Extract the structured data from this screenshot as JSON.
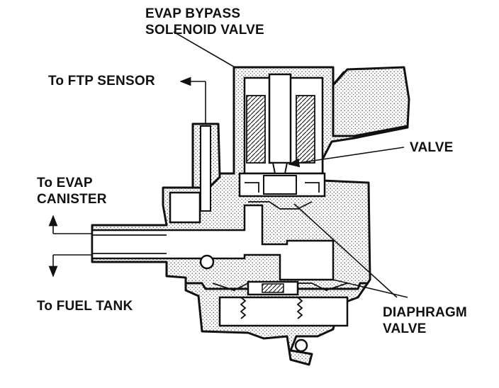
{
  "labels": {
    "evap_bypass_line1": "EVAP BYPASS",
    "evap_bypass_line2": "SOLENOID  VALVE",
    "to_ftp_sensor": "To FTP SENSOR",
    "valve": "VALVE",
    "to_evap_line1": "To EVAP",
    "to_evap_line2": "CANISTER",
    "to_fuel_tank": "To FUEL TANK",
    "diaphragm_line1": "DIAPHRAGM",
    "diaphragm_line2": "VALVE"
  }
}
